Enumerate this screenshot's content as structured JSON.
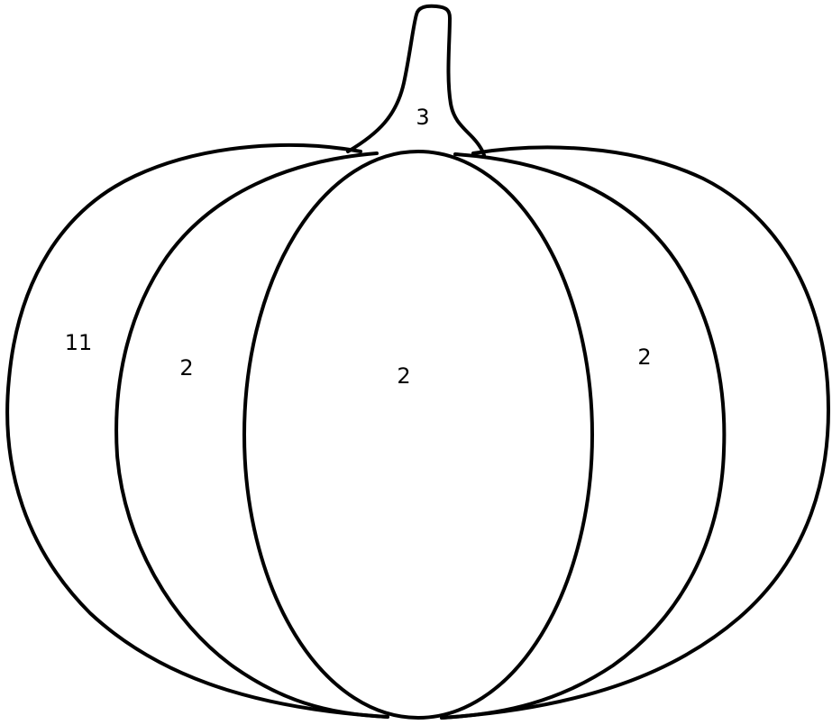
{
  "regions": {
    "stem": "3",
    "left_outer_segment": "11",
    "left_inner_segment": "2",
    "center_segment": "2",
    "right_segment": "2"
  },
  "colors": {
    "background": "#ffffff",
    "outline": "#000000"
  }
}
